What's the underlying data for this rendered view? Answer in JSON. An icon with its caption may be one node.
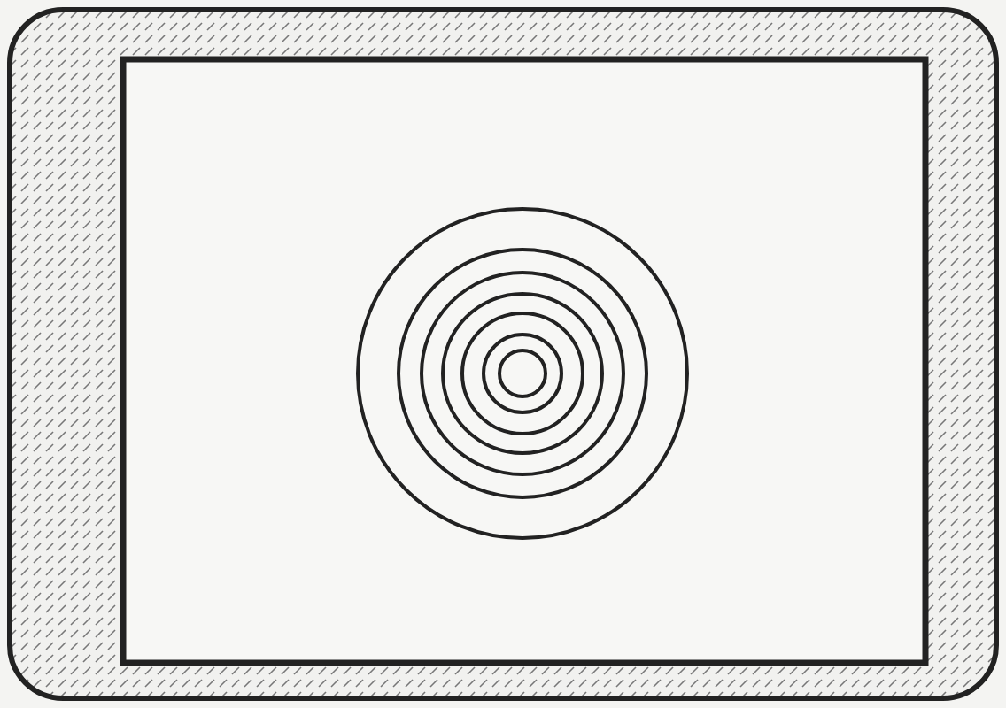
{
  "diagram": {
    "nodes": [
      {
        "text": [],
        "shape": "box"
      },
      {
        "text": [],
        "shape": "box",
        "in": 0
      },
      {
        "text": [],
        "shape": "circle",
        "in": 1
      }
    ]
  }
}
